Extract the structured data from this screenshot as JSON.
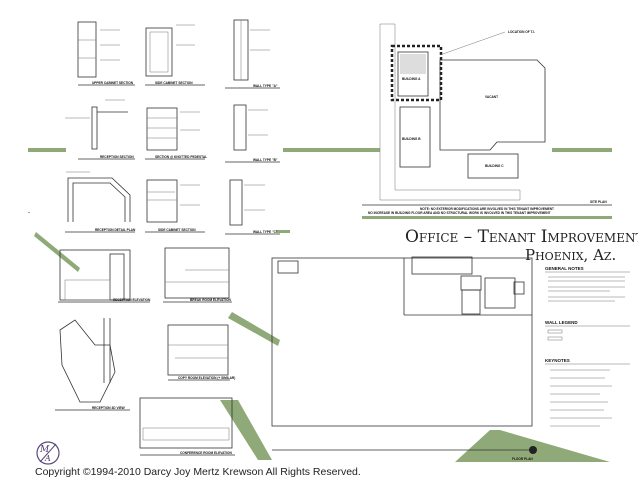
{
  "colors": {
    "accent_green": "#8faa78",
    "line": "#333333"
  },
  "sheet": {
    "title": "Office – Tenant Improvement",
    "subtitle": "Phoenix, Az."
  },
  "details": [
    {
      "label": "UPPER CABINET SECTION"
    },
    {
      "label": "SIDE CABINET SECTION"
    },
    {
      "label": "WALL TYPE \"A\""
    },
    {
      "label": "RECEPTION SECTION"
    },
    {
      "label": "SECTION @ KNOTTED PEDESTAL"
    },
    {
      "label": "WALL TYPE \"B\""
    },
    {
      "label": "RECEPTION DETAIL PLAN"
    },
    {
      "label": "SIDE CABINET SECTION"
    },
    {
      "label": "WALL TYPE \"C\""
    },
    {
      "label": "RECEPTION ELEVATION"
    },
    {
      "label": "BREAK ROOM ELEVATION"
    },
    {
      "label": "COPY ROOM ELEVATION (+ SIMILAR)"
    },
    {
      "label": "RECEPTION 3D VIEW"
    },
    {
      "label": "CONFERENCE ROOM ELEVATION"
    }
  ],
  "site_plan": {
    "label": "SITE PLAN",
    "location_label": "LOCATION OF T.I.",
    "building_a": "BUILDING A",
    "building_b": "BUILDING B",
    "building_c": "BUILDING C",
    "vacant": "VACANT",
    "note_1": "NOTE: NO EXTERIOR MODIFICATIONS ARE INVOLVED IN THIS TENANT IMPROVEMENT",
    "note_2": "NO INCREASE IN BUILDING FLOOR AREA AND NO STRUCTURAL WORK IS INVOLVED IN THIS TENANT IMPROVEMENT"
  },
  "floor_plan": {
    "label": "FLOOR PLAN"
  },
  "notes": {
    "general_notes": "GENERAL NOTES",
    "wall_legend": "WALL LEGEND",
    "keynotes": "KEYNOTES"
  },
  "logo": {
    "text": "MDA"
  },
  "copyright": "Copyright ©1994-2010 Darcy Joy Mertz Krewson  All Rights Reserved."
}
